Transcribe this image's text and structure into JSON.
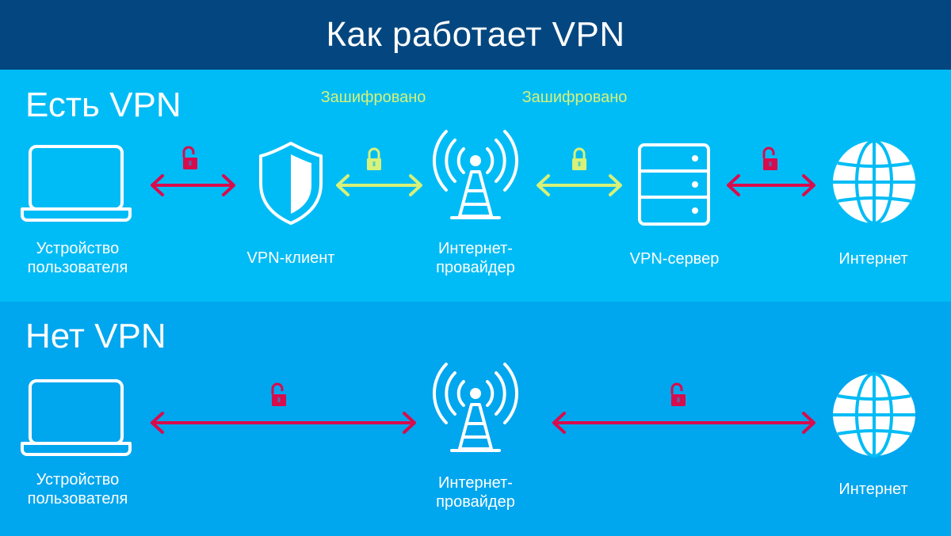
{
  "title": "Как работает VPN",
  "colors": {
    "header_bg": "#044780",
    "panel_top_bg": "#00bcf6",
    "panel_bottom_bg": "#00a6ee",
    "unencrypted": "#d80c4d",
    "encrypted": "#d8f178",
    "icon": "#ffffff"
  },
  "with_vpn": {
    "title": "Есть VPN",
    "nodes": {
      "device": "Устройство\nпользователя",
      "vpn_client": "VPN-клиент",
      "isp": "Интернет-\nпровайдер",
      "vpn_server": "VPN-сервер",
      "internet": "Интернет"
    },
    "encrypted_labels": [
      "Зашифровано",
      "Зашифровано"
    ]
  },
  "without_vpn": {
    "title": "Нет VPN",
    "nodes": {
      "device": "Устройство\nпользователя",
      "isp": "Интернет-\nпровайдер",
      "internet": "Интернет"
    }
  }
}
